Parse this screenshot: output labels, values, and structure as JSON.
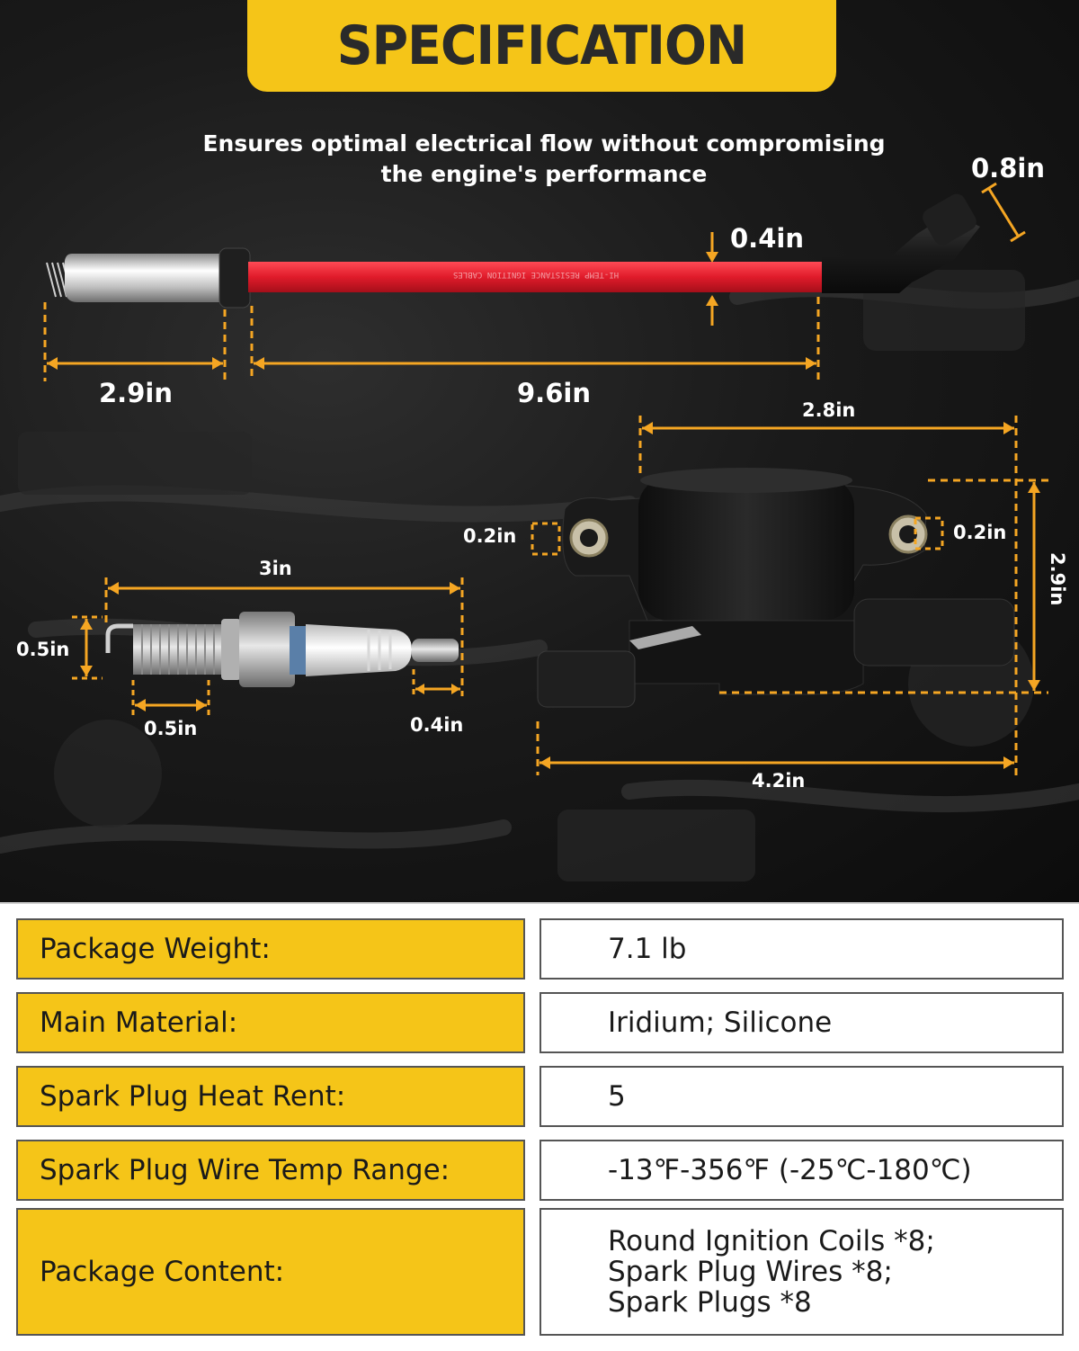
{
  "banner": {
    "title": "SPECIFICATION"
  },
  "tagline": {
    "line1": "Ensures optimal electrical flow without compromising",
    "line2": "the engine's performance"
  },
  "wire": {
    "cable_print": "HI-TEMP RESISTANCE IGNITION CABLES",
    "dims": {
      "boot_length": "2.9in",
      "wire_length": "9.6in",
      "wire_diameter": "0.4in",
      "end_boot": "0.8in"
    }
  },
  "coil": {
    "dims": {
      "top_width": "2.8in",
      "left_hole": "0.2in",
      "right_hole": "0.2in",
      "height": "2.9in",
      "bottom_width": "4.2in"
    }
  },
  "plug": {
    "dims": {
      "length": "3in",
      "gap_height": "0.5in",
      "thread_length": "0.5in",
      "terminal": "0.4in"
    }
  },
  "specs": [
    {
      "label": "Package Weight:",
      "value": "7.1 lb"
    },
    {
      "label": "Main Material:",
      "value": "Iridium; Silicone"
    },
    {
      "label": "Spark Plug Heat Rent:",
      "value": "5"
    },
    {
      "label": "Spark Plug Wire Temp Range:",
      "value": "-13℉-356℉ (-25℃-180℃)"
    },
    {
      "label": "Package Content:",
      "value_lines": [
        "Round Ignition Coils *8;",
        "Spark Plug Wires *8;",
        "Spark Plugs *8"
      ]
    }
  ],
  "colors": {
    "accent": "#f5c518",
    "wire_red": "#e01b2a",
    "dimension_orange": "#f5a623"
  }
}
